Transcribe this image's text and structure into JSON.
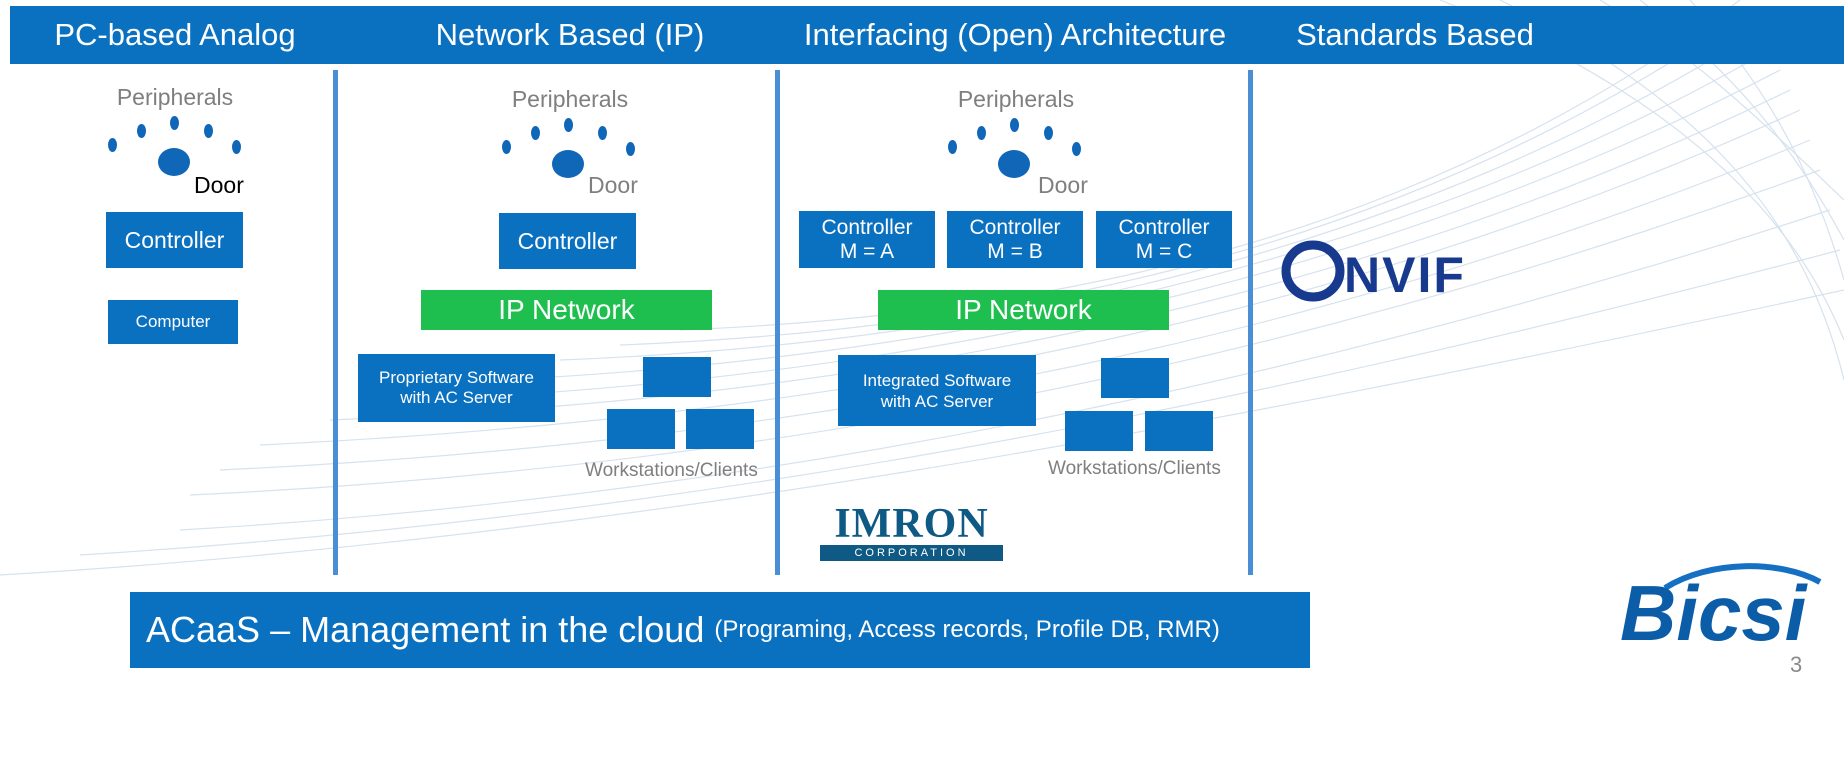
{
  "columns": [
    {
      "title": "PC-based Analog"
    },
    {
      "title": "Network Based (IP)"
    },
    {
      "title": "Interfacing (Open) Architecture"
    },
    {
      "title": "Standards Based"
    }
  ],
  "col1": {
    "peripherals": "Peripherals",
    "door": "Door",
    "controller": "Controller",
    "computer": "Computer"
  },
  "col2": {
    "peripherals": "Peripherals",
    "door": "Door",
    "controller": "Controller",
    "network": "IP Network",
    "software": "Proprietary Software with AC Server",
    "workstations": "Workstations/Clients"
  },
  "col3": {
    "peripherals": "Peripherals",
    "door": "Door",
    "controllers": [
      {
        "line1": "Controller",
        "line2": "M = A"
      },
      {
        "line1": "Controller",
        "line2": "M = B"
      },
      {
        "line1": "Controller",
        "line2": "M = C"
      }
    ],
    "network": "IP Network",
    "software": "Integrated Software with AC Server",
    "workstations": "Workstations/Clients"
  },
  "logos": {
    "onvif": "ONVIF",
    "imron": "IMRON",
    "imron_sub": "CORPORATION",
    "bicsi": "Bicsi"
  },
  "footer": {
    "main": "ACaaS – Management in the cloud",
    "sub": "(Programing, Access records, Profile DB, RMR)"
  },
  "page_number": "3",
  "colors": {
    "primary_blue": "#0a70c0",
    "green": "#1fbf4f",
    "divider": "#4a8fd6",
    "grey_text": "#7f7f7f"
  }
}
